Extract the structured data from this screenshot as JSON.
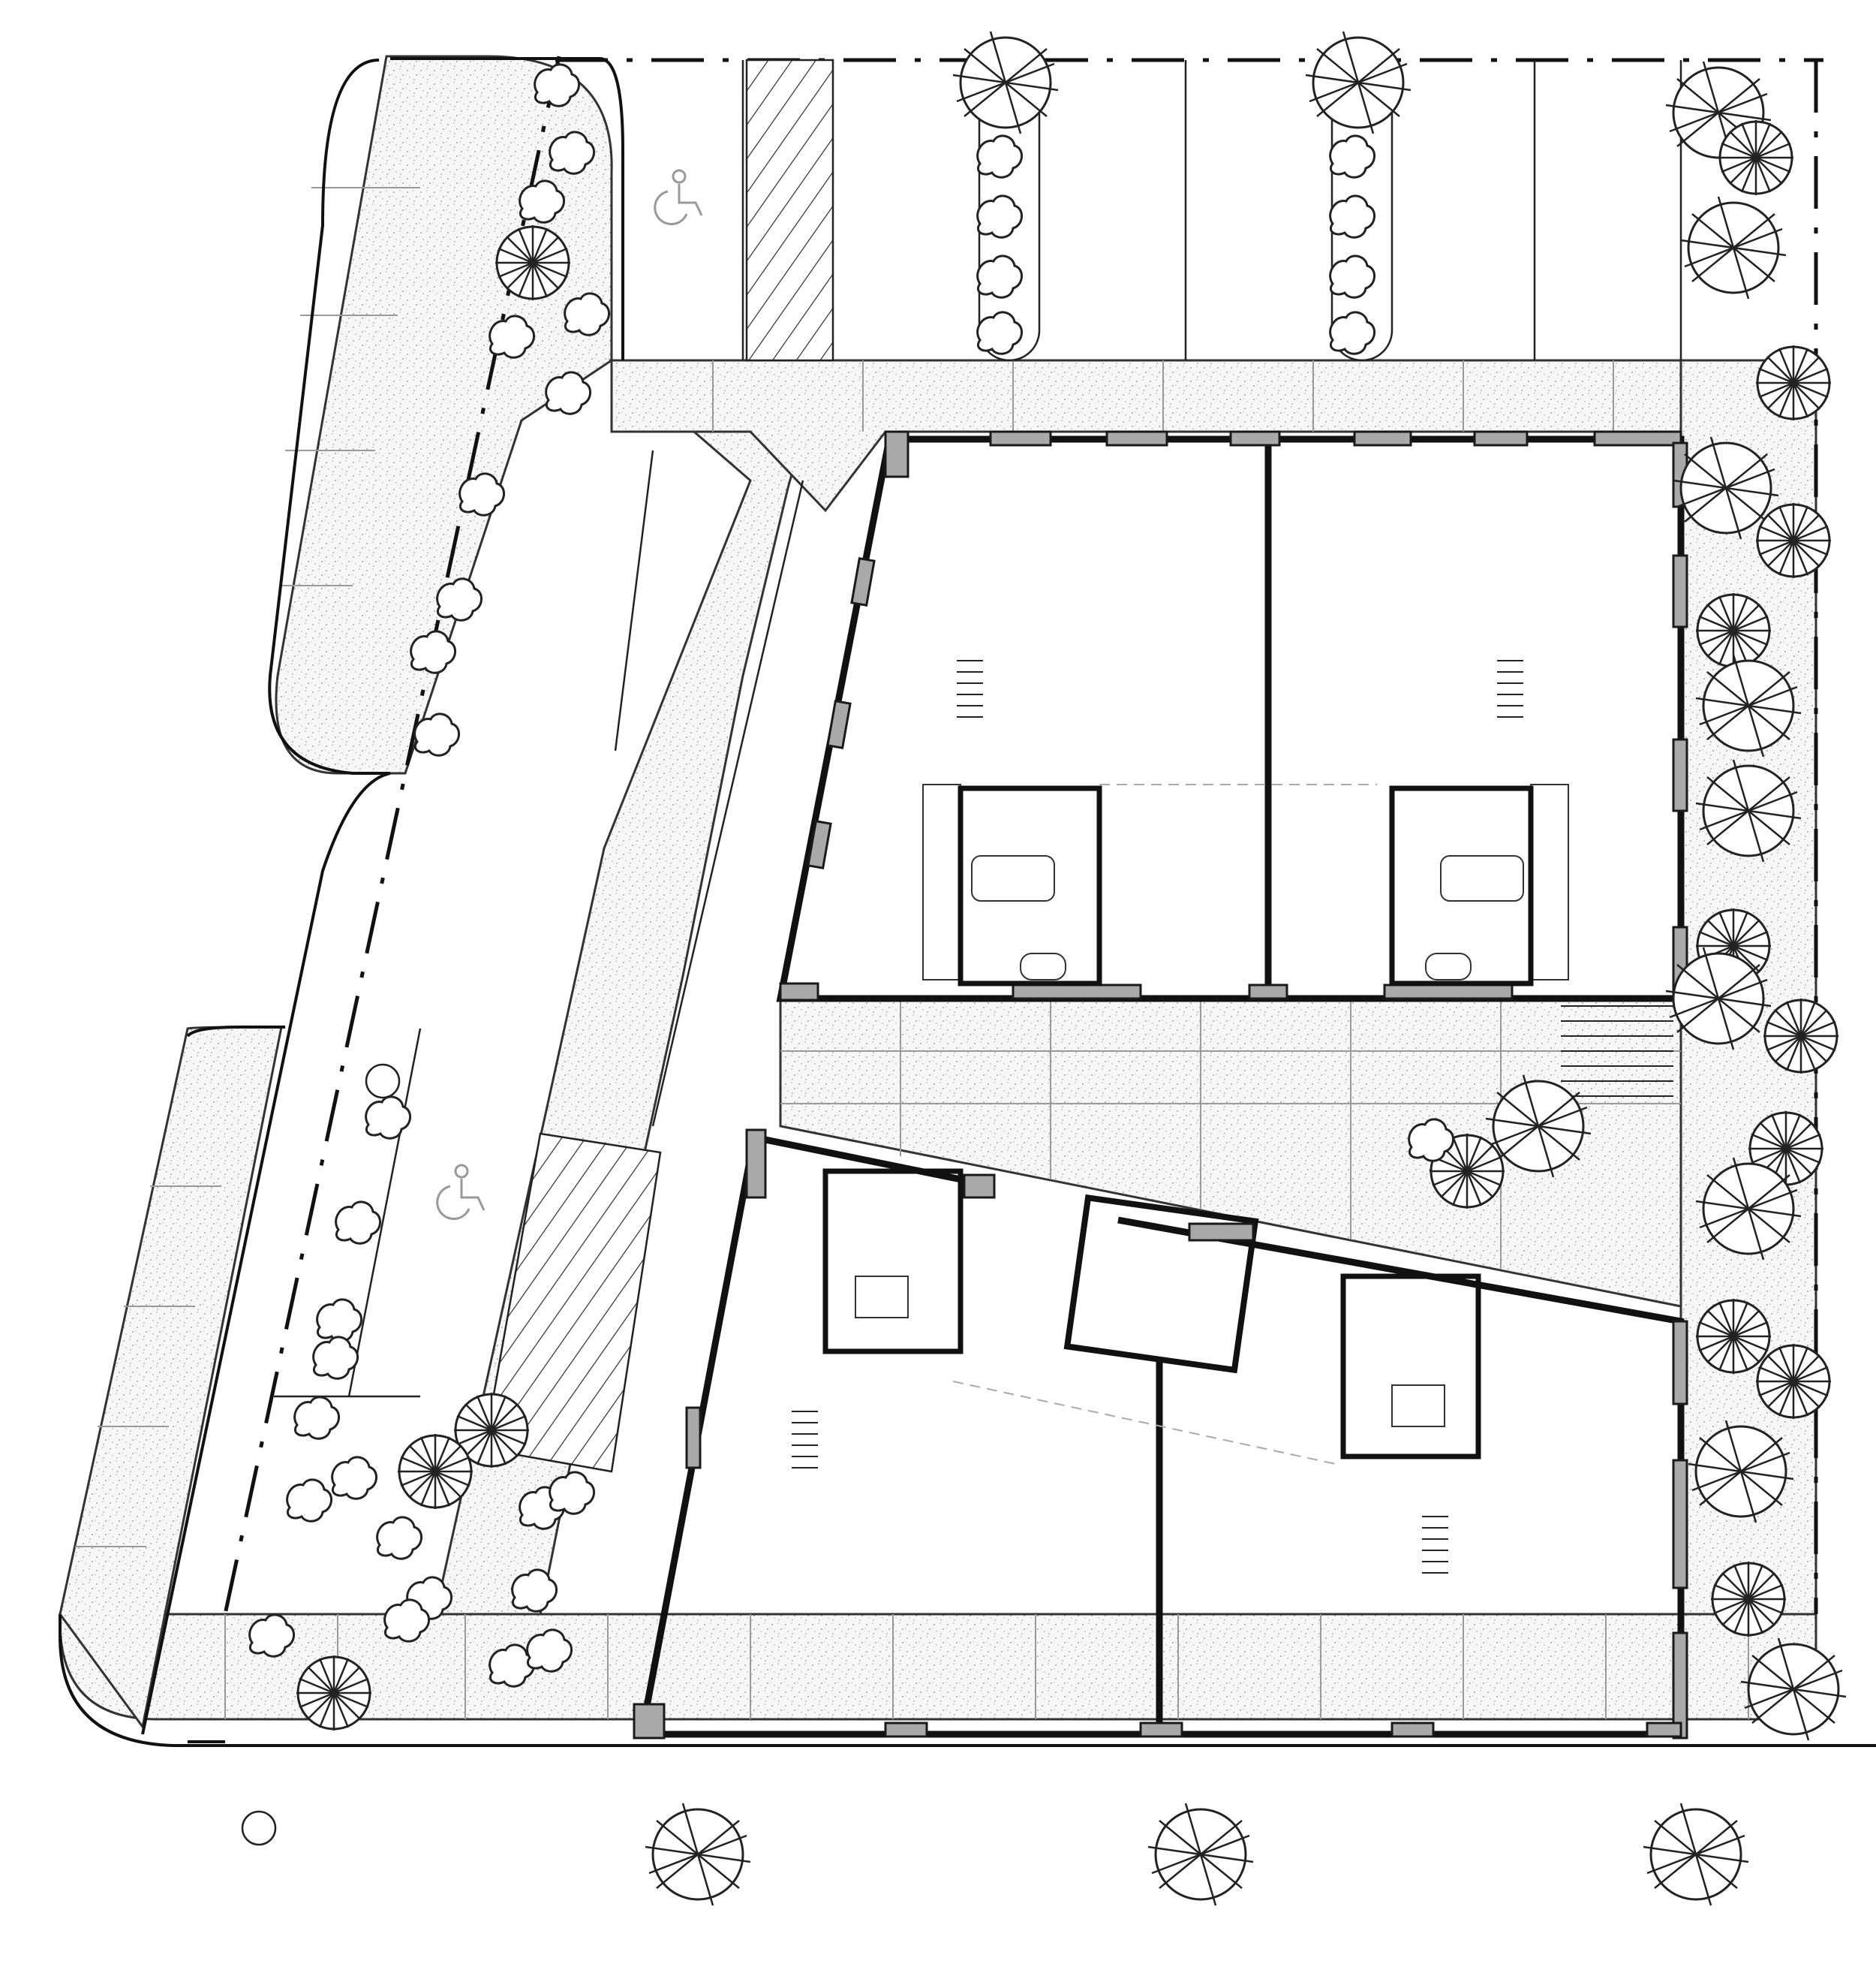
{
  "drawing": {
    "type": "site-plan",
    "style": "architectural line drawing",
    "colors": {
      "line": "#111111",
      "wall_fill": "#a9a9a9",
      "paving": "#f4f4f4",
      "background": "#ffffff"
    },
    "parking": {
      "accessible_symbol_count": 2,
      "hatched_access_aisles": 2
    },
    "buildings": {
      "upper_units": 2,
      "lower_units": 2,
      "elevator_cores": 1
    },
    "landscape": {
      "tree_symbols": "canopy-with-rays",
      "shrub_symbols": "cloud"
    }
  }
}
